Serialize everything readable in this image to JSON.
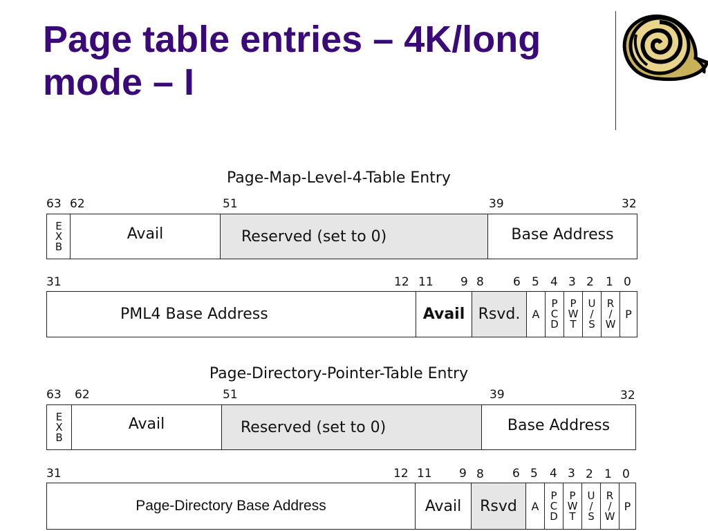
{
  "slide": {
    "title": "Page table entries – 4K/long mode – I"
  },
  "sections": [
    {
      "title": "Page-Map-Level-4-Table Entry",
      "high": {
        "bits": [
          "63",
          "62",
          "51",
          "39",
          "32"
        ],
        "exb": [
          "E",
          "X",
          "B"
        ],
        "avail": "Avail",
        "reserved": "Reserved (set to 0)",
        "base": "Base Address"
      },
      "low": {
        "bits": [
          "31",
          "12",
          "11",
          "9",
          "8",
          "6",
          "5",
          "4",
          "3",
          "2",
          "1",
          "0"
        ],
        "base": "PML4 Base Address",
        "avail": "Avail",
        "rsvd": "Rsvd.",
        "a": "A",
        "pcd": [
          "P",
          "C",
          "D"
        ],
        "pwt": [
          "P",
          "W",
          "T"
        ],
        "us": [
          "U",
          "/",
          "S"
        ],
        "rw": [
          "R",
          "/",
          "W"
        ],
        "p": "P"
      }
    },
    {
      "title": "Page-Directory-Pointer-Table Entry",
      "high": {
        "bits": [
          "63",
          "62",
          "51",
          "39",
          "32"
        ],
        "exb": [
          "E",
          "X",
          "B"
        ],
        "avail": "Avail",
        "reserved": "Reserved (set to 0)",
        "base": "Base Address"
      },
      "low": {
        "bits": [
          "31",
          "12",
          "11",
          "9",
          "8",
          "6",
          "5",
          "4",
          "3",
          "2",
          "1",
          "0"
        ],
        "base": "Page-Directory Base Address",
        "avail": "Avail",
        "rsvd": "Rsvd",
        "a": "A",
        "pcd": [
          "P",
          "C",
          "D"
        ],
        "pwt": [
          "P",
          "W",
          "T"
        ],
        "us": [
          "U",
          "/",
          "S"
        ],
        "rw": [
          "R",
          "/",
          "W"
        ],
        "p": "P"
      }
    }
  ]
}
